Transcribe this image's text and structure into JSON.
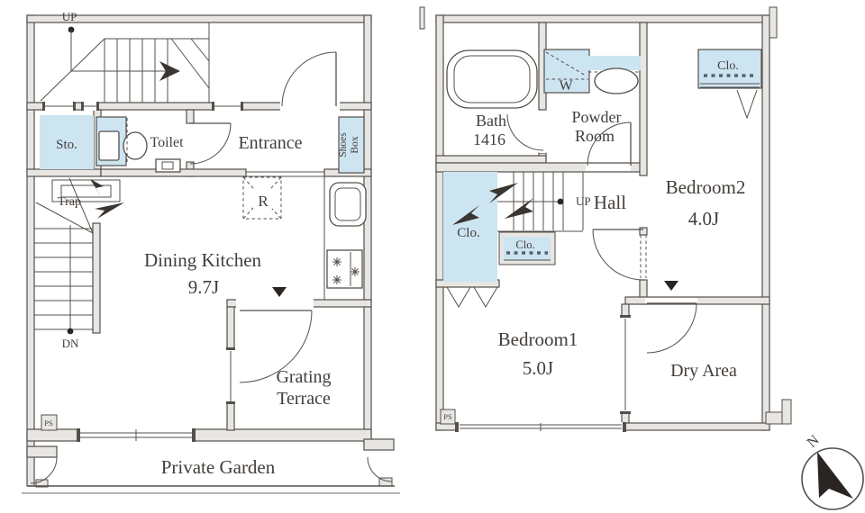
{
  "palette": {
    "wall_fill": "#e8e6e3",
    "outline": "#544f4b",
    "highlight_blue": "#cde4f1",
    "marker_black": "#2a2522",
    "ground_line": "#8a8682"
  },
  "floor1": {
    "labels": {
      "up": "UP",
      "dn": "DN",
      "sto": "Sto.",
      "toilet": "Toilet",
      "trap": "Trap",
      "entrance": "Entrance",
      "shoes_line1": "Shoes",
      "shoes_line2": "Box",
      "refrigerator": "R",
      "dining_kitchen": "Dining Kitchen",
      "dining_kitchen_size": "9.7J",
      "grating_line1": "Grating",
      "grating_line2": "Terrace",
      "pipe_space": "PS",
      "private_garden": "Private Garden"
    }
  },
  "floor2": {
    "labels": {
      "bath": "Bath",
      "bath_size": "1416",
      "washer": "W",
      "powder_line1": "Powder",
      "powder_line2": "Room",
      "closet_top": "Clo.",
      "closet_walk_in": "Clo.",
      "closet_small": "Clo.",
      "up": "UP",
      "hall": "Hall",
      "bedroom2": "Bedroom2",
      "bedroom2_size": "4.0J",
      "bedroom1": "Bedroom1",
      "bedroom1_size": "5.0J",
      "dry_area": "Dry Area",
      "pipe_space": "PS"
    }
  },
  "compass": {
    "north": "N"
  }
}
